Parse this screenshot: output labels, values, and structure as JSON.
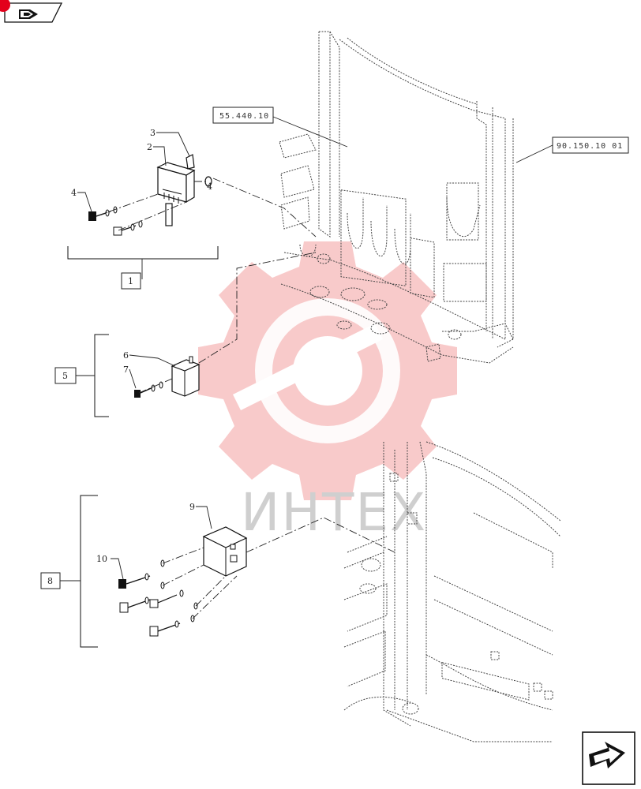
{
  "header": {
    "nav_icon": "book-arrow-icon",
    "badge_color": "#e3001b"
  },
  "references": {
    "ref_a": "55.440.10",
    "ref_b": "90.150.10 01"
  },
  "groups": [
    {
      "label": "1"
    },
    {
      "label": "5"
    },
    {
      "label": "8"
    }
  ],
  "callouts": {
    "c2": "2",
    "c3": "3",
    "c4a": "4",
    "c4b": "4",
    "c6": "6",
    "c7": "7",
    "c9": "9",
    "c10": "10"
  },
  "watermark": {
    "text": "ИНТЕХ",
    "color": "#f08080"
  },
  "footer": {
    "next_icon": "next-page-arrow-icon"
  }
}
